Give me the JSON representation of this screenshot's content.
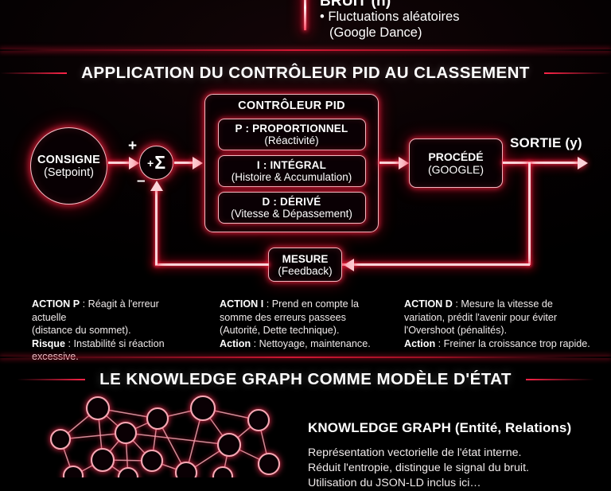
{
  "top_block": {
    "title": "BRUIT (n)",
    "bullet_line1": "• Fluctuations aléatoires",
    "bullet_line2": "(Google Dance)"
  },
  "sections": [
    {
      "heading": "APPLICATION DU CONTRÔLEUR PID AU CLASSEMENT"
    },
    {
      "heading": "LE KNOWLEDGE GRAPH COMME MODÈLE D'ÉTAT"
    }
  ],
  "diagram": {
    "setpoint": {
      "title": "CONSIGNE",
      "subtitle": "(Setpoint)"
    },
    "sum_node": {
      "symbol": "Σ",
      "inner_plus": "+",
      "sign_plus": "+",
      "sign_minus": "–"
    },
    "pid_controller": {
      "title": "CONTRÔLEUR PID",
      "terms": [
        {
          "title": "P : PROPORTIONNEL",
          "subtitle": "(Réactivité)"
        },
        {
          "title": "I : INTÉGRAL",
          "subtitle": "(Histoire & Accumulation)"
        },
        {
          "title": "D : DÉRIVÉ",
          "subtitle": "(Vitesse & Dépassement)"
        }
      ]
    },
    "process": {
      "title": "PROCÉDÉ",
      "subtitle": "(GOOGLE)"
    },
    "output_label": "SORTIE (y)",
    "feedback": {
      "title": "MESURE",
      "subtitle": "(Feedback)"
    }
  },
  "actions": [
    {
      "label": "ACTION P",
      "line1": " : Réagit à l'erreur actuelle",
      "line2": "(distance du sommet).",
      "label2": "Risque",
      "line3": " : Instabilité si réaction",
      "line4": "excessive."
    },
    {
      "label": "ACTION I",
      "line1": " : Prend en compte la",
      "line2": "somme des erreurs passees",
      "line3": "(Autorité, Dette technique).",
      "label2": "Action",
      "line4": " : Nettoyage, maintenance."
    },
    {
      "label": "ACTION D",
      "line1": " : Mesure la vitesse de",
      "line2": "variation, prédit l'avenir pour éviter",
      "line3": "l'Overshoot (pénalités).",
      "label2": "Action",
      "line4": " : Freiner la croissance trop rapide."
    }
  ],
  "knowledge_graph": {
    "title": "KNOWLEDGE GRAPH (Entité, Relations)",
    "body_line1": "Représentation vectorielle de l'état interne.",
    "body_line2": "Réduit l'entropie, distingue le signal du bruit.",
    "body_line3": "Utilisation du JSON-LD inclus ici…"
  },
  "colors": {
    "background": "#000000",
    "neon_stroke": "#f4b8c0",
    "neon_glow": "#ff2848",
    "text": "#ffffff",
    "body_text": "#efeaea"
  }
}
